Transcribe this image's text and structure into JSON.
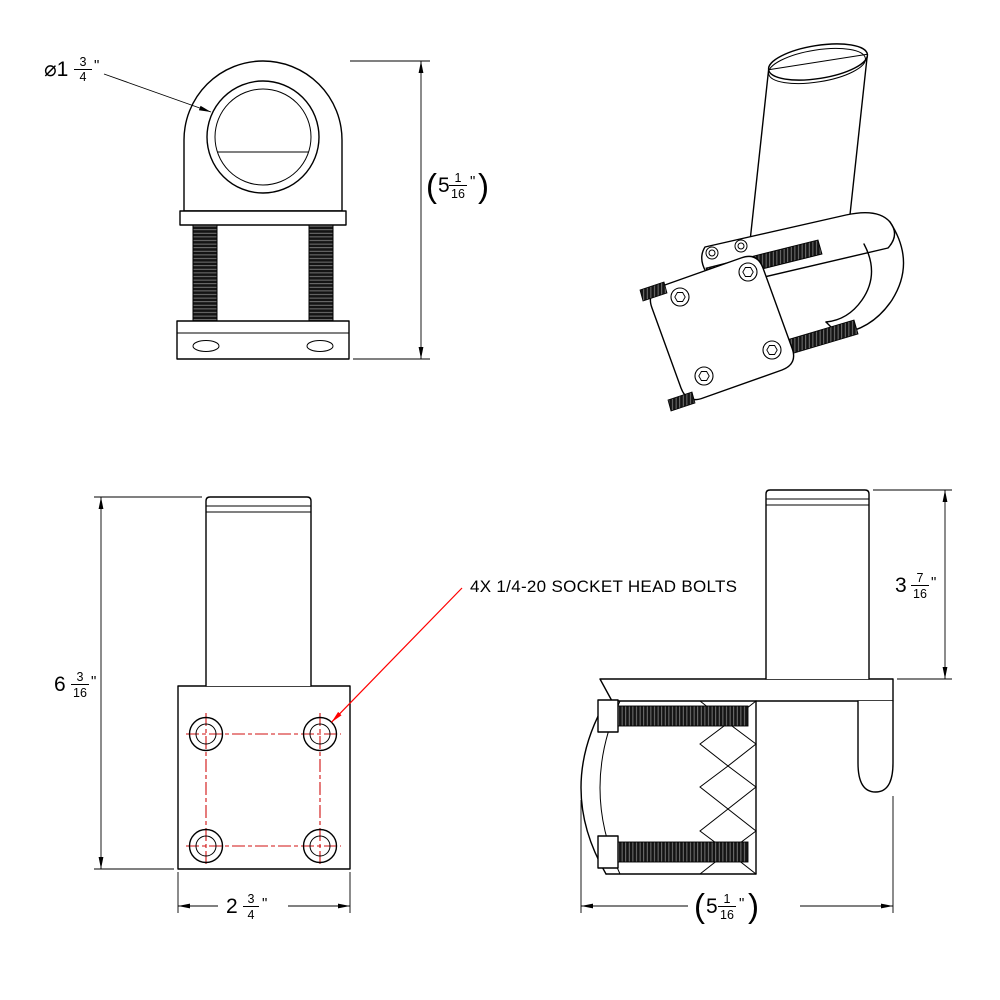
{
  "colors": {
    "line": "#000000",
    "annotation": "#ff0000",
    "centerline": "#d01010"
  },
  "note": {
    "text": "4X 1/4-20 SOCKET HEAD BOLTS"
  },
  "dims": {
    "diameter": {
      "prefix": "⌀1",
      "num": "3",
      "den": "4",
      "unit": "\""
    },
    "overall_height": {
      "open": "(",
      "whole": "5",
      "num": "1",
      "den": "16",
      "unit": "\"",
      "close": ")"
    },
    "base_height": {
      "whole": "6",
      "num": "3",
      "den": "16",
      "unit": "\""
    },
    "base_width": {
      "whole": "2",
      "num": "3",
      "den": "4",
      "unit": "\""
    },
    "tube_height": {
      "whole": "3",
      "num": "7",
      "den": "16",
      "unit": "\""
    },
    "clamp_width": {
      "open": "(",
      "whole": "5",
      "num": "1",
      "den": "16",
      "unit": "\"",
      "close": ")"
    }
  }
}
